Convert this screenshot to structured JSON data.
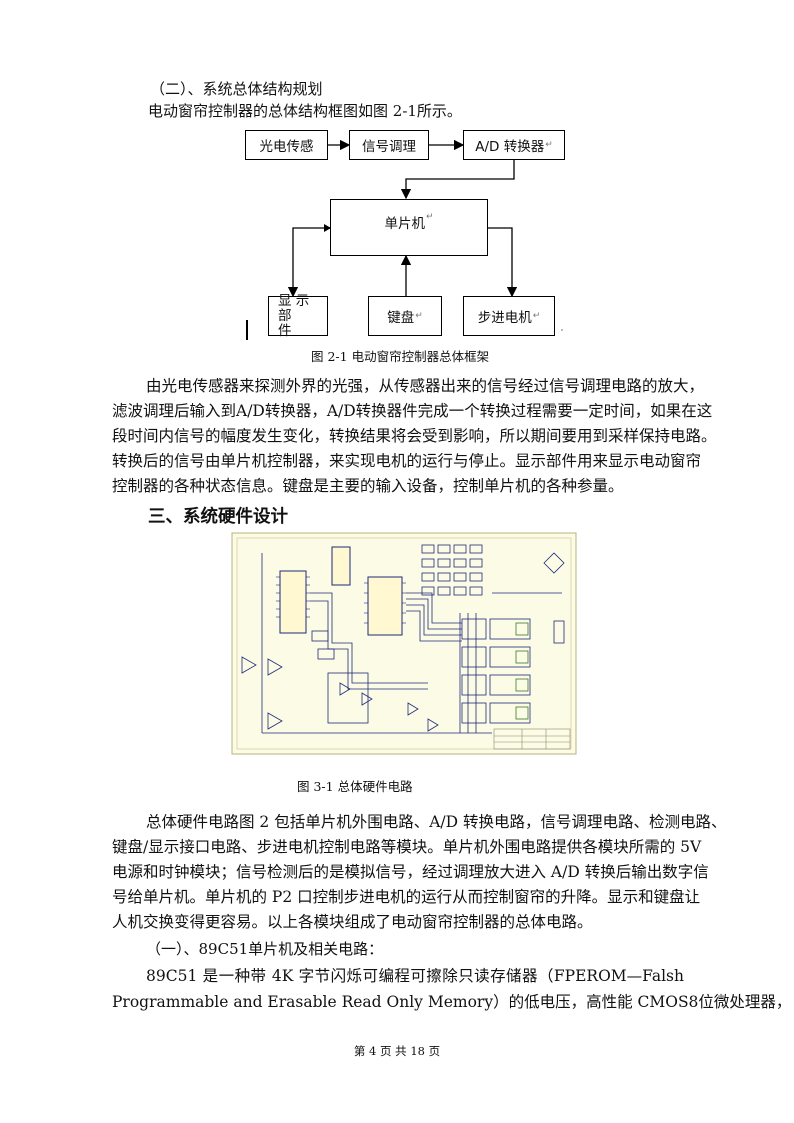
{
  "section_2_2_title": "（二）、系统总体结构规划",
  "intro_line": "电动窗帘控制器的总体结构框图如图 2-1所示。",
  "block_diagram": {
    "photo_sensor": "光电传感",
    "signal_cond": "信号调理",
    "ad_converter": "A/D 转换器",
    "mcu": "单片机",
    "display_line1": "显 示 部",
    "display_line2": "件",
    "keyboard": "键盘",
    "stepper": "步进电机",
    "para_mark": "↵"
  },
  "fig2_1_caption": "图 2-1      电动窗帘控制器总体框架",
  "paragraph1": [
    "由光电传感器来探测外界的光强，从传感器出来的信号经过信号调理电路的放大，",
    "滤波调理后输入到A/D转换器，A/D转换器件完成一个转换过程需要一定时间，如果在这",
    "段时间内信号的幅度发生变化，转换结果将会受到影响，所以期间要用到采样保持电路。",
    "转换后的信号由单片机控制器，来实现电机的运行与停止。显示部件用来显示电动窗帘",
    "控制器的各种状态信息。键盘是主要的输入设备，控制单片机的各种参量。"
  ],
  "section_3_title": "三、系统硬件设计",
  "fig3_1_caption": "图 3-1    总体硬件电路",
  "paragraph2": [
    "总体硬件电路图 2 包括单片机外围电路、A/D 转换电路，信号调理电路、检测电路、",
    "键盘/显示接口电路、步进电机控制电路等模块。单片机外围电路提供各模块所需的 5V",
    "电源和时钟模块；信号检测后的是模拟信号，经过调理放大进入 A/D 转换后输出数字信",
    "号给单片机。单片机的 P2 口控制步进电机的运行从而控制窗帘的升降。显示和键盘让",
    "人机交换变得更容易。以上各模块组成了电动窗帘控制器的总体电路。"
  ],
  "section_3_1_title": "（一）、89C51单片机及相关电路：",
  "paragraph3": [
    "89C51 是一种带 4K 字节闪烁可编程可擦除只读存储器（FPEROM—Falsh",
    "Programmable and Erasable Read Only Memory）的低电压，高性能 CMOS8位微处理器，"
  ],
  "footer": "第 4 页 共 18 页",
  "colors": {
    "schematic_bg": "#fcfbe6",
    "schematic_line": "#1e2a7a",
    "schematic_green": "#3a7a2a"
  }
}
